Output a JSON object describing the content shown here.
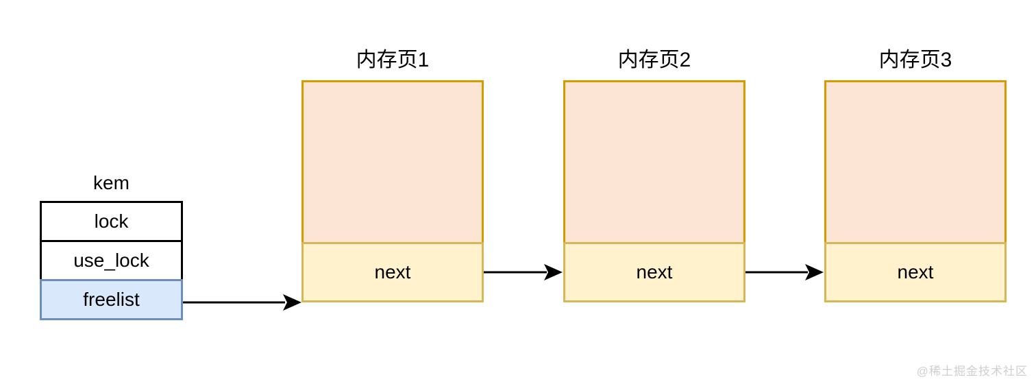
{
  "diagram": {
    "struct": {
      "title": "kem",
      "rows": [
        {
          "label": "lock",
          "highlighted": false
        },
        {
          "label": "use_lock",
          "highlighted": false
        },
        {
          "label": "freelist",
          "highlighted": true
        }
      ]
    },
    "pages": [
      {
        "title": "内存页1",
        "next_label": "next"
      },
      {
        "title": "内存页2",
        "next_label": "next"
      },
      {
        "title": "内存页3",
        "next_label": "next"
      }
    ],
    "connections": [
      {
        "from": "kem.freelist",
        "to": "page-1.next"
      },
      {
        "from": "page-1.next",
        "to": "page-2.next"
      },
      {
        "from": "page-2.next",
        "to": "page-3.next"
      }
    ],
    "colors": {
      "page_body_fill": "#FCE5D4",
      "page_body_stroke": "#D79B00",
      "next_fill": "#FFF2CC",
      "next_stroke": "#D6B656",
      "freelist_fill": "#DAE8FC",
      "freelist_stroke": "#6C8EBF",
      "struct_stroke": "#000000",
      "arrow": "#000000",
      "text": "#000000",
      "watermark": "#CFCFCF"
    }
  },
  "watermark": "@稀土掘金技术社区"
}
